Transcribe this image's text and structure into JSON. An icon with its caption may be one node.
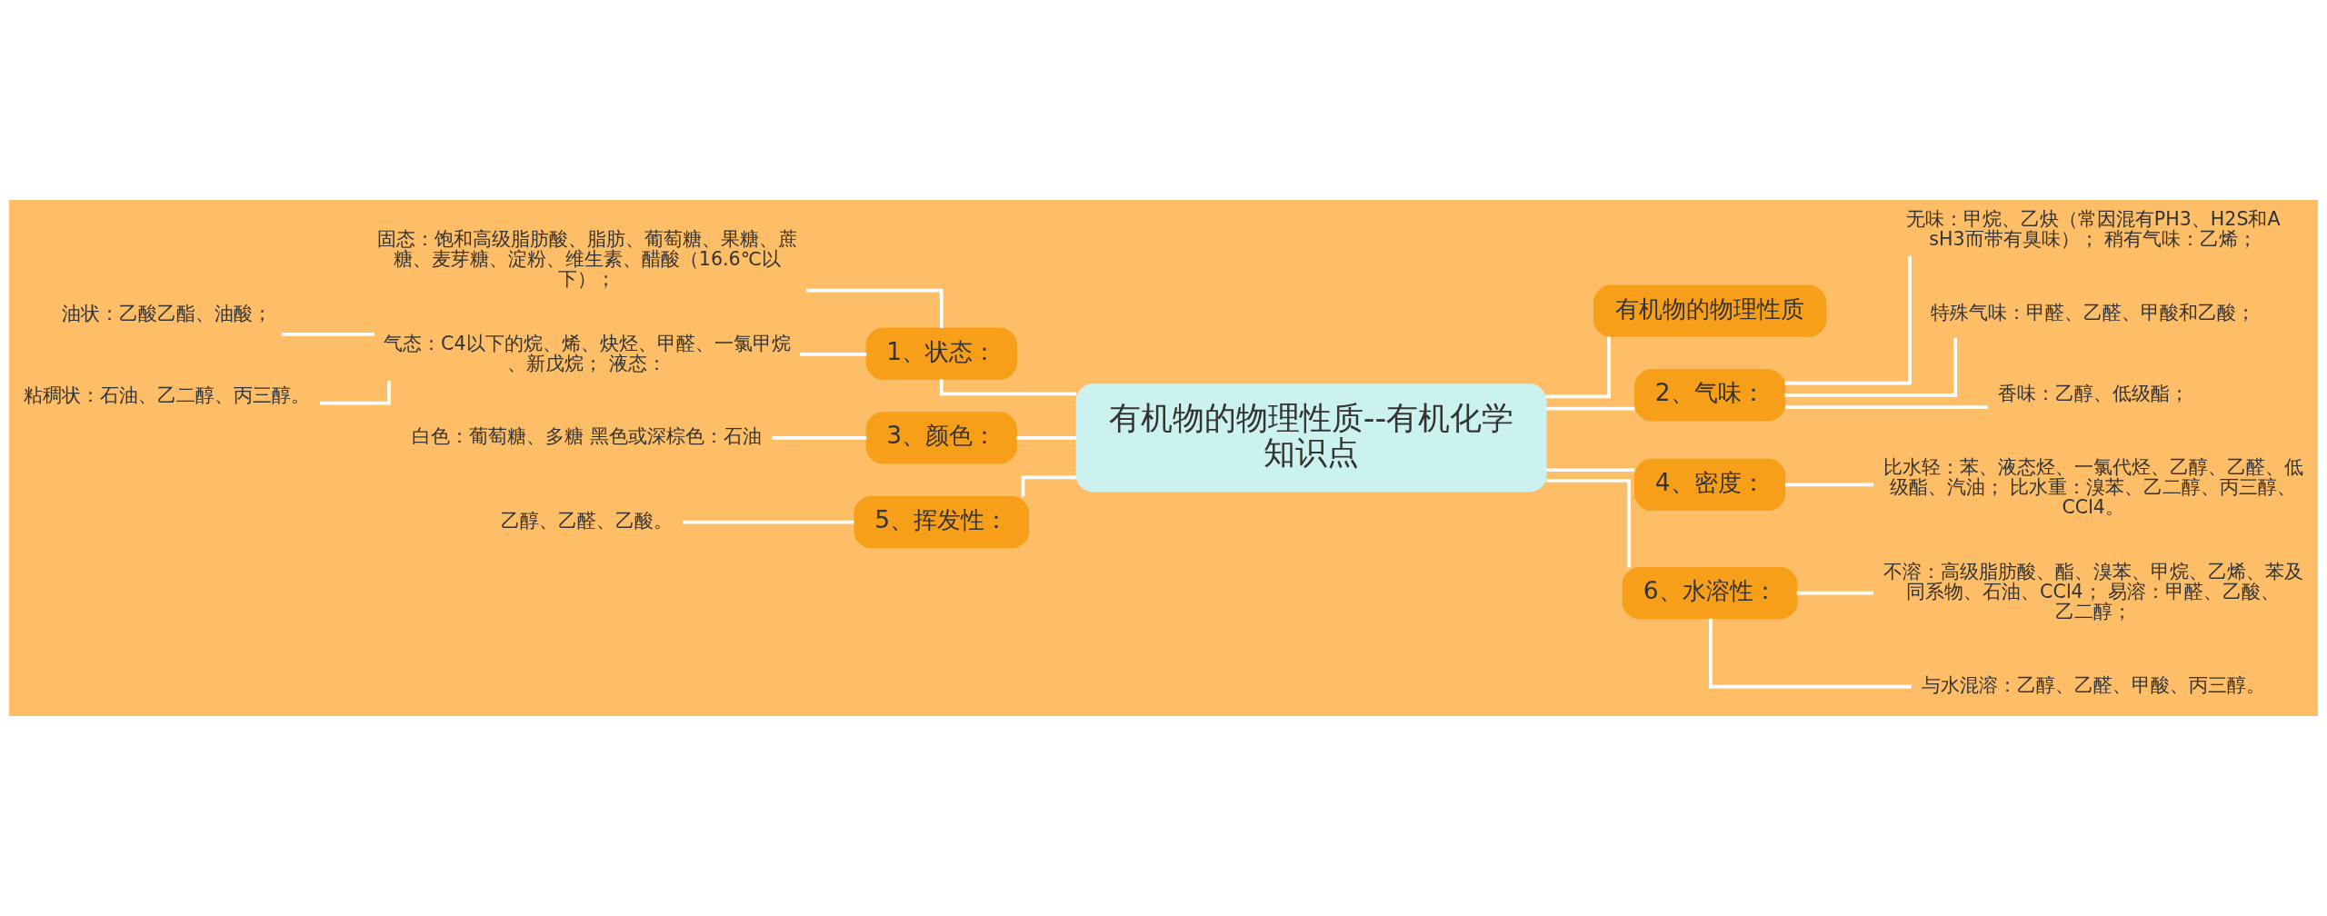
{
  "diagram": {
    "nodes": [
      {
        "text": [
          "有机物的物理性质--有机化学知识点"
        ]
      },
      {
        "text": [
          "1、状态："
        ]
      },
      {
        "text": [
          "固态：饱和高级脂肪酸、脂肪、葡萄糖、果糖、蔗糖、麦芽糖、淀粉、维生素、醋酸（16.6℃以下）；"
        ]
      },
      {
        "text": [
          "气态：C4以下的烷、烯、炔烃、甲醛、一氯甲烷、新戊烷； 液态："
        ]
      },
      {
        "text": [
          "油状：乙酸乙酯、油酸；"
        ]
      },
      {
        "text": [
          "粘稠状：石油、乙二醇、丙三醇。"
        ]
      },
      {
        "text": [
          "3、颜色："
        ]
      },
      {
        "text": [
          "白色：葡萄糖、多糖 黑色或深棕色：石油"
        ]
      },
      {
        "text": [
          "5、挥发性："
        ]
      },
      {
        "text": [
          "乙醇、乙醛、乙酸。"
        ]
      },
      {
        "text": [
          "有机物的物理性质"
        ]
      },
      {
        "text": [
          "2、气味："
        ]
      },
      {
        "text": [
          "无味：甲烷、乙炔（常因混有PH3、H2S和AsH3而带有臭味）； 稍有气味：乙烯；"
        ]
      },
      {
        "text": [
          "特殊气味：甲醛、乙醛、甲酸和乙酸；"
        ]
      },
      {
        "text": [
          "香味：乙醇、低级酯；"
        ]
      },
      {
        "text": [
          "4、密度："
        ]
      },
      {
        "text": [
          "比水轻：苯、液态烃、一氯代烃、乙醇、乙醛、低级酯、汽油； 比水重：溴苯、乙二醇、丙三醇、CCl4。"
        ]
      },
      {
        "text": [
          "6、水溶性："
        ]
      },
      {
        "text": [
          "不溶：高级脂肪酸、酯、溴苯、甲烷、乙烯、苯及同系物、石油、CCl4； 易溶：甲醛、乙酸、乙二醇；"
        ]
      },
      {
        "text": [
          "与水混溶：乙醇、乙醛、甲酸、丙三醇。"
        ]
      }
    ],
    "edges": [
      {
        "from": 0,
        "to": 1,
        "arrow": "none"
      },
      {
        "from": 1,
        "to": 2,
        "arrow": "none"
      },
      {
        "from": 1,
        "to": 3,
        "arrow": "none"
      },
      {
        "from": 3,
        "to": 4,
        "arrow": "none"
      },
      {
        "from": 3,
        "to": 5,
        "arrow": "none"
      },
      {
        "from": 0,
        "to": 6,
        "arrow": "none"
      },
      {
        "from": 6,
        "to": 7,
        "arrow": "none"
      },
      {
        "from": 0,
        "to": 8,
        "arrow": "none"
      },
      {
        "from": 8,
        "to": 9,
        "arrow": "none"
      },
      {
        "from": 0,
        "to": 10,
        "arrow": "none"
      },
      {
        "from": 0,
        "to": 11,
        "arrow": "none"
      },
      {
        "from": 11,
        "to": 12,
        "arrow": "none"
      },
      {
        "from": 11,
        "to": 13,
        "arrow": "none"
      },
      {
        "from": 11,
        "to": 14,
        "arrow": "none"
      },
      {
        "from": 0,
        "to": 15,
        "arrow": "none"
      },
      {
        "from": 15,
        "to": 16,
        "arrow": "none"
      },
      {
        "from": 0,
        "to": 17,
        "arrow": "none"
      },
      {
        "from": 17,
        "to": 18,
        "arrow": "none"
      },
      {
        "from": 17,
        "to": 19,
        "arrow": "none"
      }
    ]
  }
}
